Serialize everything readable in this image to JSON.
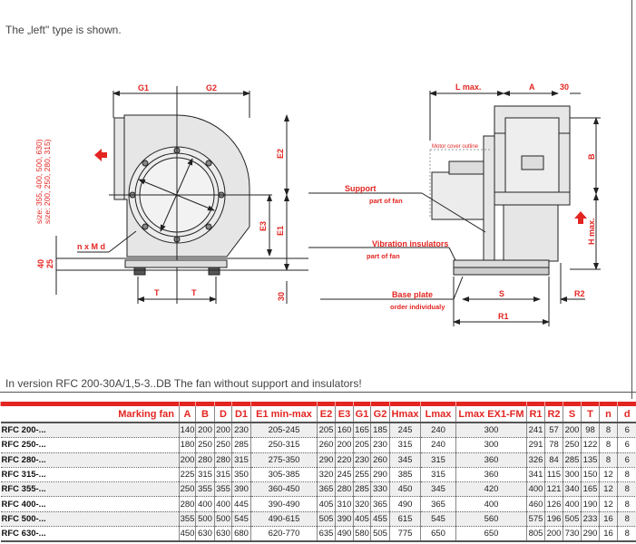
{
  "intro_note": "The „left\" type is shown.",
  "version_note": "In version RFC 200-30A/1,5-3..DB The fan without support and insulators!",
  "front_view": {
    "labels": {
      "g1": "G1",
      "g2": "G2",
      "e1": "E1",
      "e2": "E2",
      "e3": "E3",
      "t1": "T",
      "t2": "T",
      "nxmd": "n x M d",
      "dim40": "40",
      "dim25": "25",
      "dim30": "30"
    },
    "size_note_1": "size: 355, 400, 500, 630)",
    "size_note_2": "size: 200, 250, 280, 315)"
  },
  "side_view": {
    "labels": {
      "lmax": "L max.",
      "a": "A",
      "dim30": "30",
      "b": "B",
      "hmax": "H max.",
      "s": "S",
      "r1": "R1",
      "r2": "R2",
      "motor_cover": "Motor cover outline"
    },
    "callouts": {
      "support": "Support",
      "support_sub": "part of fan",
      "vibration": "Vibration insulators",
      "vibration_sub": "part of fan",
      "base": "Base plate",
      "base_sub": "order individualy"
    }
  },
  "table": {
    "headers": [
      "Marking fan",
      "A",
      "B",
      "D",
      "D1",
      "E1 min-max",
      "E2",
      "E3",
      "G1",
      "G2",
      "Hmax",
      "Lmax",
      "Lmax EX1-FM",
      "R1",
      "R2",
      "S",
      "T",
      "n",
      "d"
    ],
    "rows": [
      [
        "RFC 200-...",
        "140",
        "200",
        "200",
        "230",
        "205-245",
        "205",
        "160",
        "165",
        "185",
        "245",
        "240",
        "300",
        "241",
        "57",
        "200",
        "98",
        "8",
        "6"
      ],
      [
        "RFC 250-...",
        "180",
        "250",
        "250",
        "285",
        "250-315",
        "260",
        "200",
        "205",
        "230",
        "315",
        "240",
        "300",
        "291",
        "78",
        "250",
        "122",
        "8",
        "6"
      ],
      [
        "RFC 280-...",
        "200",
        "280",
        "280",
        "315",
        "275-350",
        "290",
        "220",
        "230",
        "260",
        "345",
        "315",
        "360",
        "326",
        "84",
        "285",
        "135",
        "8",
        "6"
      ],
      [
        "RFC 315-...",
        "225",
        "315",
        "315",
        "350",
        "305-385",
        "320",
        "245",
        "255",
        "290",
        "385",
        "315",
        "360",
        "341",
        "115",
        "300",
        "150",
        "12",
        "8"
      ],
      [
        "RFC 355-...",
        "250",
        "355",
        "355",
        "390",
        "360-450",
        "365",
        "280",
        "285",
        "330",
        "450",
        "345",
        "420",
        "400",
        "121",
        "340",
        "165",
        "12",
        "8"
      ],
      [
        "RFC 400-...",
        "280",
        "400",
        "400",
        "445",
        "390-490",
        "405",
        "310",
        "320",
        "365",
        "490",
        "365",
        "400",
        "460",
        "126",
        "400",
        "190",
        "12",
        "8"
      ],
      [
        "RFC 500-...",
        "355",
        "500",
        "500",
        "545",
        "490-615",
        "505",
        "390",
        "405",
        "455",
        "615",
        "545",
        "560",
        "575",
        "196",
        "505",
        "233",
        "16",
        "8"
      ],
      [
        "RFC 630-...",
        "450",
        "630",
        "630",
        "680",
        "620-770",
        "635",
        "490",
        "580",
        "505",
        "775",
        "650",
        "650",
        "805",
        "200",
        "730",
        "290",
        "16",
        "8"
      ]
    ]
  },
  "colors": {
    "accent": "#e32521",
    "line": "#222222",
    "fill": "#e6e6e6"
  }
}
